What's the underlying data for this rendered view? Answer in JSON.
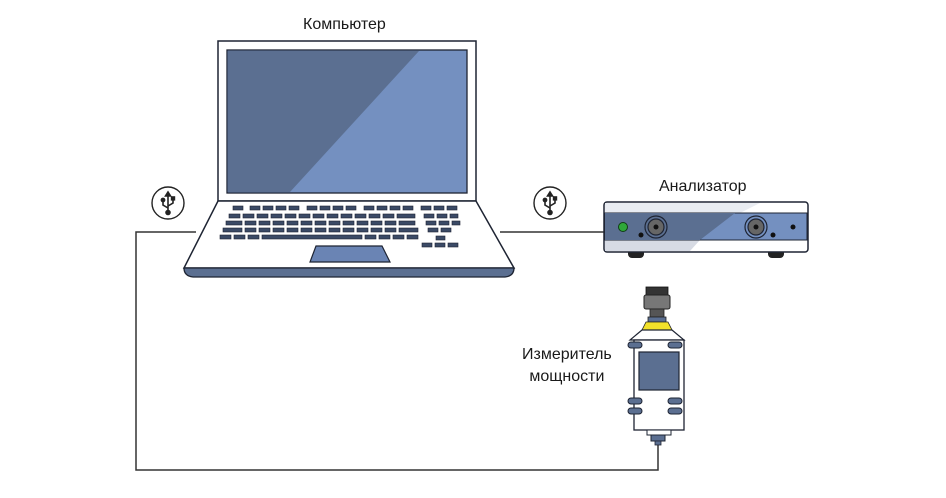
{
  "diagram": {
    "title": "Схема подключения измерителя мощности",
    "nodes": {
      "computer": {
        "label": "Компьютер",
        "icon": "laptop-icon"
      },
      "analyzer": {
        "label": "Анализатор",
        "icon": "vector-analyzer-icon"
      },
      "power_meter": {
        "label_line1": "Измеритель",
        "label_line2": "мощности",
        "icon": "power-sensor-icon"
      }
    },
    "connections": [
      {
        "from": "computer",
        "to": "power_meter",
        "type": "USB",
        "icon": "usb-icon"
      },
      {
        "from": "computer",
        "to": "analyzer",
        "type": "USB",
        "icon": "usb-icon"
      }
    ],
    "colors": {
      "screen_dark": "#5b6f91",
      "screen_light": "#7490c0",
      "keys": "#3b4a66",
      "body_stroke": "#1e2433",
      "led_green": "#2fa83a",
      "sensor_yellow": "#f2e12a",
      "cable": "#333333"
    }
  }
}
